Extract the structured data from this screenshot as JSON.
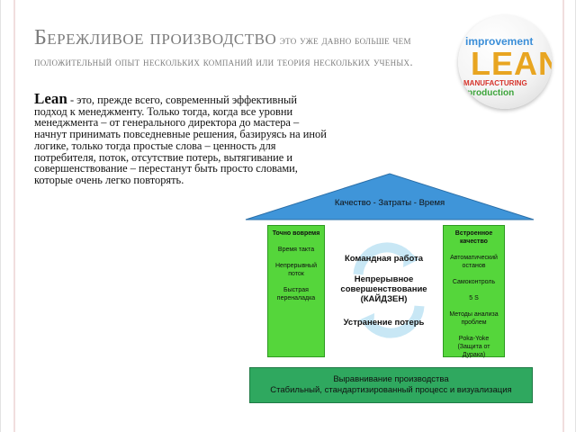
{
  "slide": {
    "title_main": "Бережливое производство",
    "title_rest": " это уже давно больше чем положительный опыт нескольких компаний или теория нескольких ученых.",
    "lean_word": "Lean",
    "body": " - это, прежде всего, современный эффективный подход к менеджменту. Только тогда, когда все уровни менеджмента – от генерального директора до мастера – начнут принимать повседневные решения, базируясь на иной логике, только тогда простые слова – ценность для потребителя, поток, отсутствие потерь, вытягивание и совершенствование – перестанут быть просто словами, которые очень легко повторять."
  },
  "logo": {
    "words": [
      "improvement",
      "LEAN",
      "MANUFACTURING",
      "production"
    ]
  },
  "house": {
    "roof_label": "Качество - Затраты - Время",
    "left_pillar": {
      "title": "Точно вовремя",
      "items": [
        "Время такта",
        "Непрерывный поток",
        "Быстрая переналадка"
      ]
    },
    "center": {
      "line1": "Командная работа",
      "line2": "Непрерывное совершенствование (КАЙДЗЕН)",
      "line3": "Устранение потерь"
    },
    "right_pillar": {
      "title": "Встроенное качество",
      "items": [
        "Автоматический останов",
        "Самоконтроль",
        "5 S",
        "Методы анализа проблем",
        "Poka-Yoke (Защита от Дурака)"
      ]
    },
    "base_line1": "Выравнивание производства",
    "base_line2": "Стабильный, стандартизированный процесс и визуализация"
  },
  "colors": {
    "roof": "#3f95d9",
    "pillar": "#55d63b",
    "base": "#2fa85f",
    "title": "#7d7d7d"
  }
}
